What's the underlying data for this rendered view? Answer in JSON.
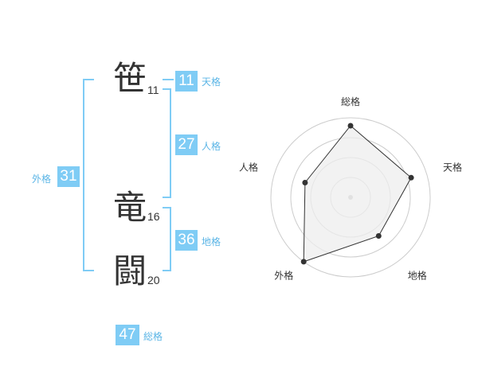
{
  "name_chars": [
    {
      "char": "笹",
      "strokes": "11"
    },
    {
      "char": "竜",
      "strokes": "16"
    },
    {
      "char": "闘",
      "strokes": "20"
    }
  ],
  "fortune": {
    "tenkaku": {
      "value": "11",
      "label": "天格"
    },
    "jinkaku": {
      "value": "27",
      "label": "人格"
    },
    "chikaku": {
      "value": "36",
      "label": "地格"
    },
    "gaikaku": {
      "value": "31",
      "label": "外格"
    },
    "soukaku": {
      "value": "47",
      "label": "総格"
    }
  },
  "colors": {
    "accent": "#7fccf5",
    "accent_text": "#5bb5e6",
    "radar_fill": "#eeeeee",
    "radar_line": "#333333"
  },
  "chart_data": {
    "type": "radar",
    "axes": [
      "総格",
      "天格",
      "地格",
      "外格",
      "人格"
    ],
    "values": [
      4.5,
      4,
      3,
      5,
      3
    ],
    "max": 5,
    "rings": 4
  }
}
